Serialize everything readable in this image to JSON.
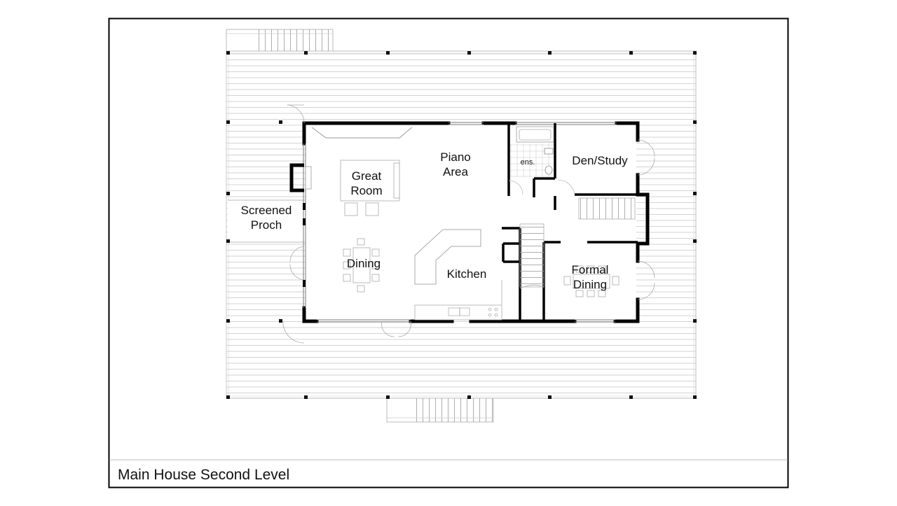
{
  "caption": "Main House Second Level",
  "rooms": {
    "piano_area": [
      "Piano",
      "Area"
    ],
    "great_room": [
      "Great",
      "Room"
    ],
    "screened_porch": [
      "Screened",
      "Proch"
    ],
    "dining": "Dining",
    "kitchen": "Kitchen",
    "ensuite": "ens.",
    "den_study": "Den/Study",
    "formal_dining": [
      "Formal",
      "Dining"
    ]
  }
}
